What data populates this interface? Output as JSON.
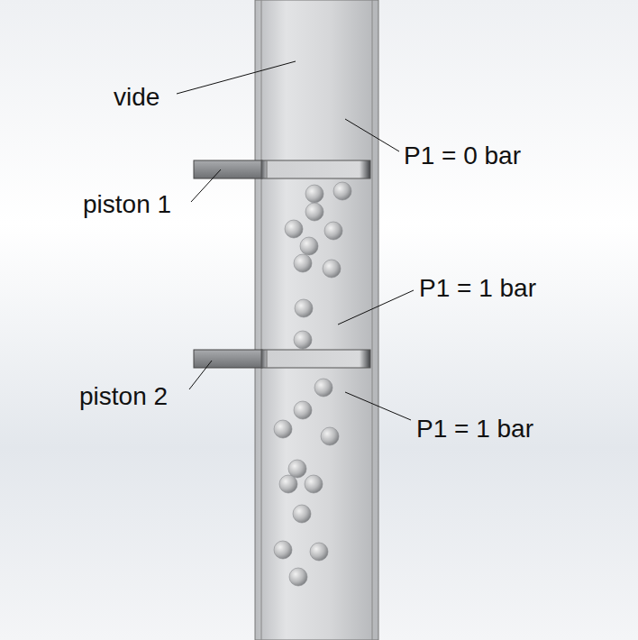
{
  "diagram": {
    "labels": [
      "vide",
      "P1 = 0 bar",
      "piston 1",
      "P1 = 1 bar",
      "piston 2",
      "P1 = 1 bar"
    ]
  }
}
